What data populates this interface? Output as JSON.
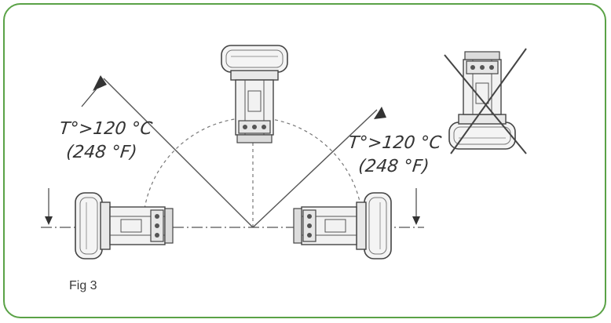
{
  "figure": {
    "caption": "Fig 3",
    "left_label": {
      "line1": "T°>120 °C",
      "line2": "(248 °F)"
    },
    "right_label": {
      "line1": "T°>120 °C",
      "line2": "(248 °F)"
    }
  },
  "colors": {
    "frame_border": "#5aa246",
    "line": "#444444",
    "device_fill": "#f2f2f2"
  }
}
